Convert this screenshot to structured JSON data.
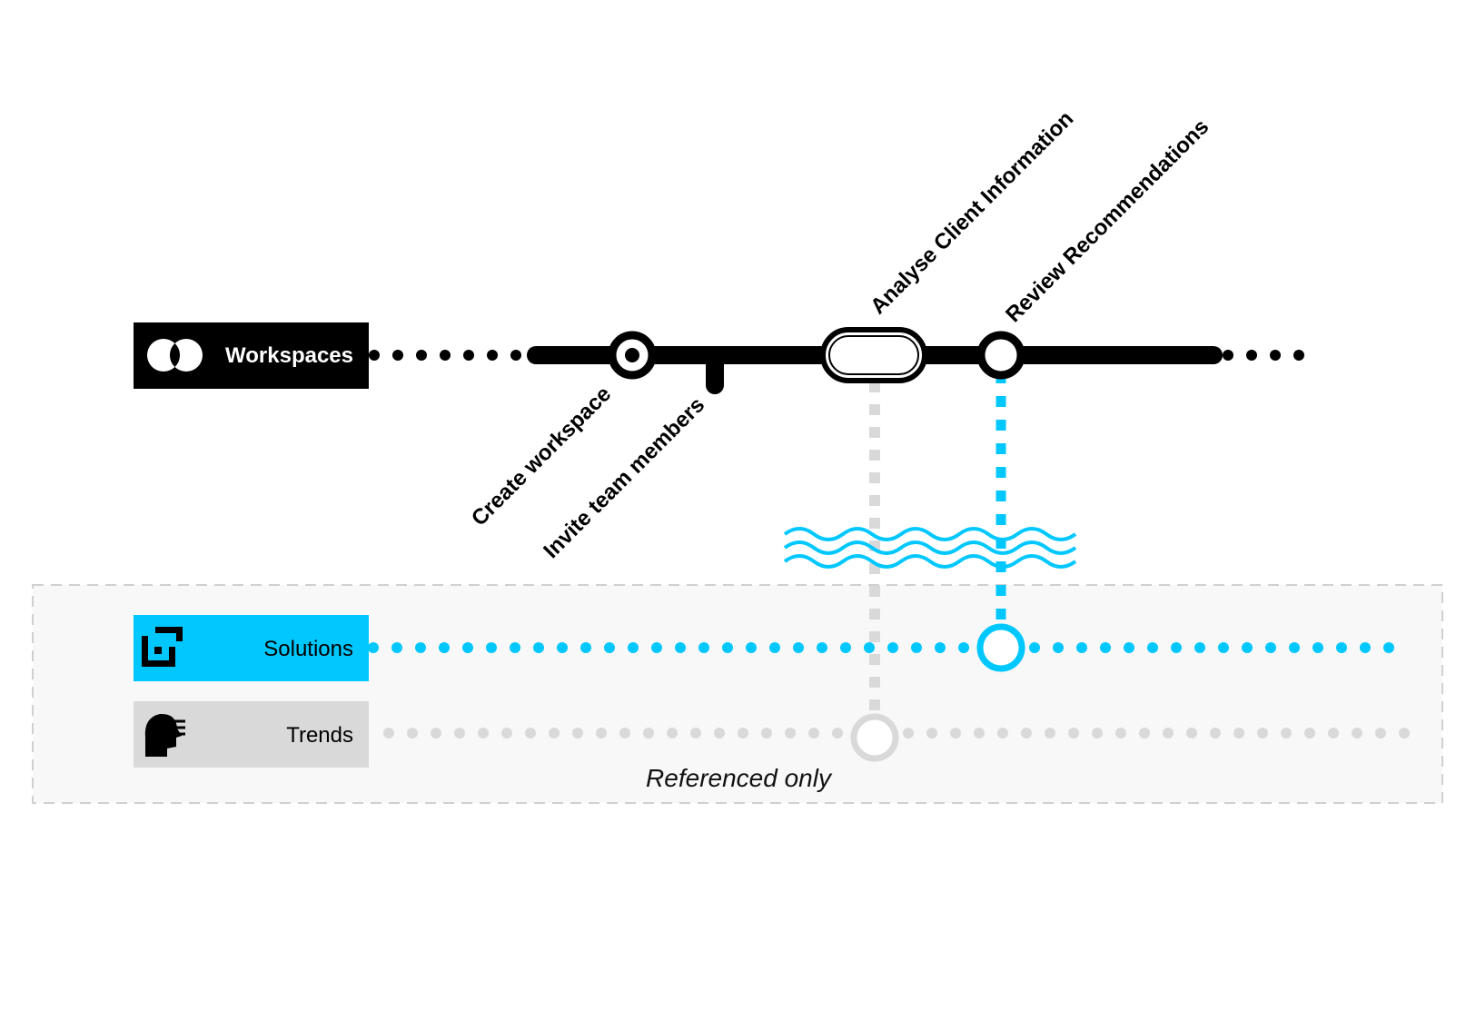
{
  "lines": {
    "main": {
      "label": "Workspaces",
      "color": "#000000",
      "icon": "venn-circles-icon"
    },
    "solutions": {
      "label": "Solutions",
      "color": "#00c8ff",
      "icon": "focus-frame-icon"
    },
    "trends": {
      "label": "Trends",
      "color": "#d9d9d9",
      "icon": "head-profile-icon"
    }
  },
  "stations": [
    {
      "id": "create-workspace",
      "label": "Create workspace"
    },
    {
      "id": "invite-team-members",
      "label": "Invite team members"
    },
    {
      "id": "analyse-client-information",
      "label": "Analyse Client Information"
    },
    {
      "id": "review-recommendations",
      "label": "Review Recommendations"
    }
  ],
  "region": {
    "label": "Referenced only"
  },
  "colors": {
    "accent_blue": "#00c8ff",
    "muted_gray": "#d9d9d9",
    "region_fill": "#f8f8f8",
    "region_border": "#d0d0d0"
  }
}
